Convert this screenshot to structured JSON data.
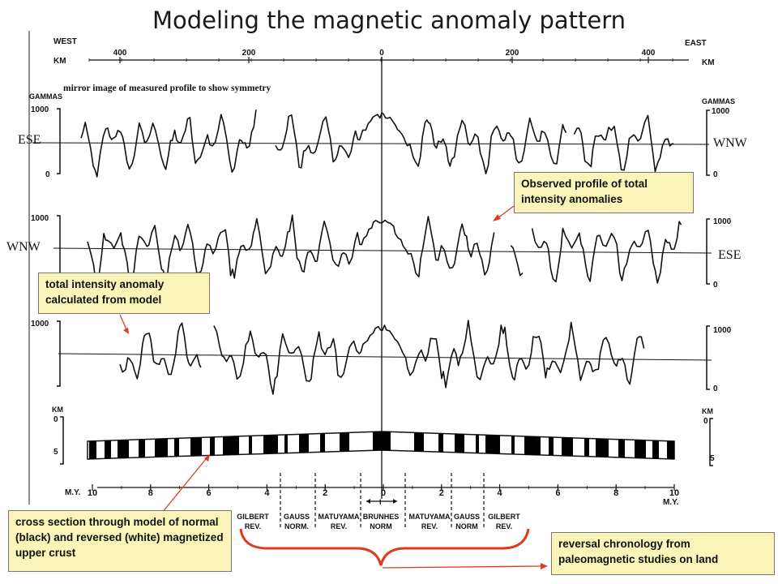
{
  "title": "Modeling the magnetic anomaly pattern",
  "axis": {
    "west": "WEST",
    "east": "EAST",
    "km_left": "KM",
    "km_right": "KM",
    "top_ticks": [
      "400",
      "200",
      "0",
      "200",
      "400"
    ],
    "bottom_ticks": [
      "10",
      "8",
      "6",
      "4",
      "2",
      "0",
      "2",
      "4",
      "6",
      "8",
      "10"
    ],
    "my_left": "M.Y.",
    "my_right": "M.Y.",
    "gammas": "GAMMAS",
    "v1000": "1000",
    "v0": "0",
    "depth_km": "KM",
    "depth_0": "0",
    "depth_5": "5"
  },
  "mirror_note": "mirror image of measured profile to show symmetry",
  "side_labels": {
    "p1_left": "ESE",
    "p1_right": "WNW",
    "p2_left": "WNW",
    "p2_right": "ESE"
  },
  "callouts": {
    "observed": "Observed profile of total intensity anomalies",
    "calculated": "total intensity anomaly calculated from model",
    "cross_section": "cross section through model of normal (black) and reversed (white) magnetized upper crust",
    "chronology": "reversal chronology from paleomagnetic studies on land"
  },
  "epochs": [
    [
      "GILBERT",
      "REV."
    ],
    [
      "GAUSS",
      "NORM."
    ],
    [
      "MATUYAMA",
      "REV."
    ],
    [
      "BRUNHES",
      "NORM"
    ],
    [
      "MATUYAMA",
      "REV."
    ],
    [
      "GAUSS",
      "NORM"
    ],
    [
      "GILBERT",
      "REV."
    ]
  ],
  "brunhes_marker": "I",
  "colors": {
    "callout_bg": "#fbf4b8",
    "arrow": "#e03a1e",
    "ink": "#111111"
  }
}
